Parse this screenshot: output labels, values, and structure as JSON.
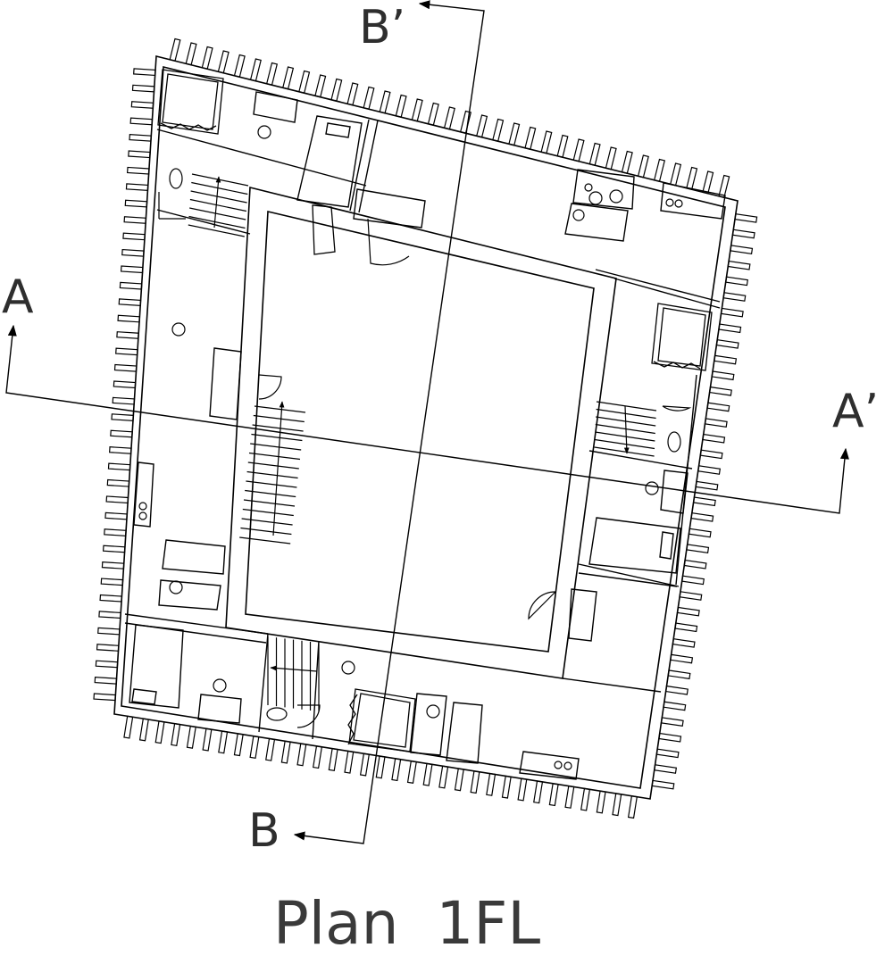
{
  "title": "Plan  1FL",
  "sections": {
    "a_left": "A",
    "a_right": "A’",
    "b_bottom": "B",
    "b_top": "B’"
  },
  "colors": {
    "line": "#000000",
    "text": "#2e2e2e",
    "background": "#ffffff"
  }
}
